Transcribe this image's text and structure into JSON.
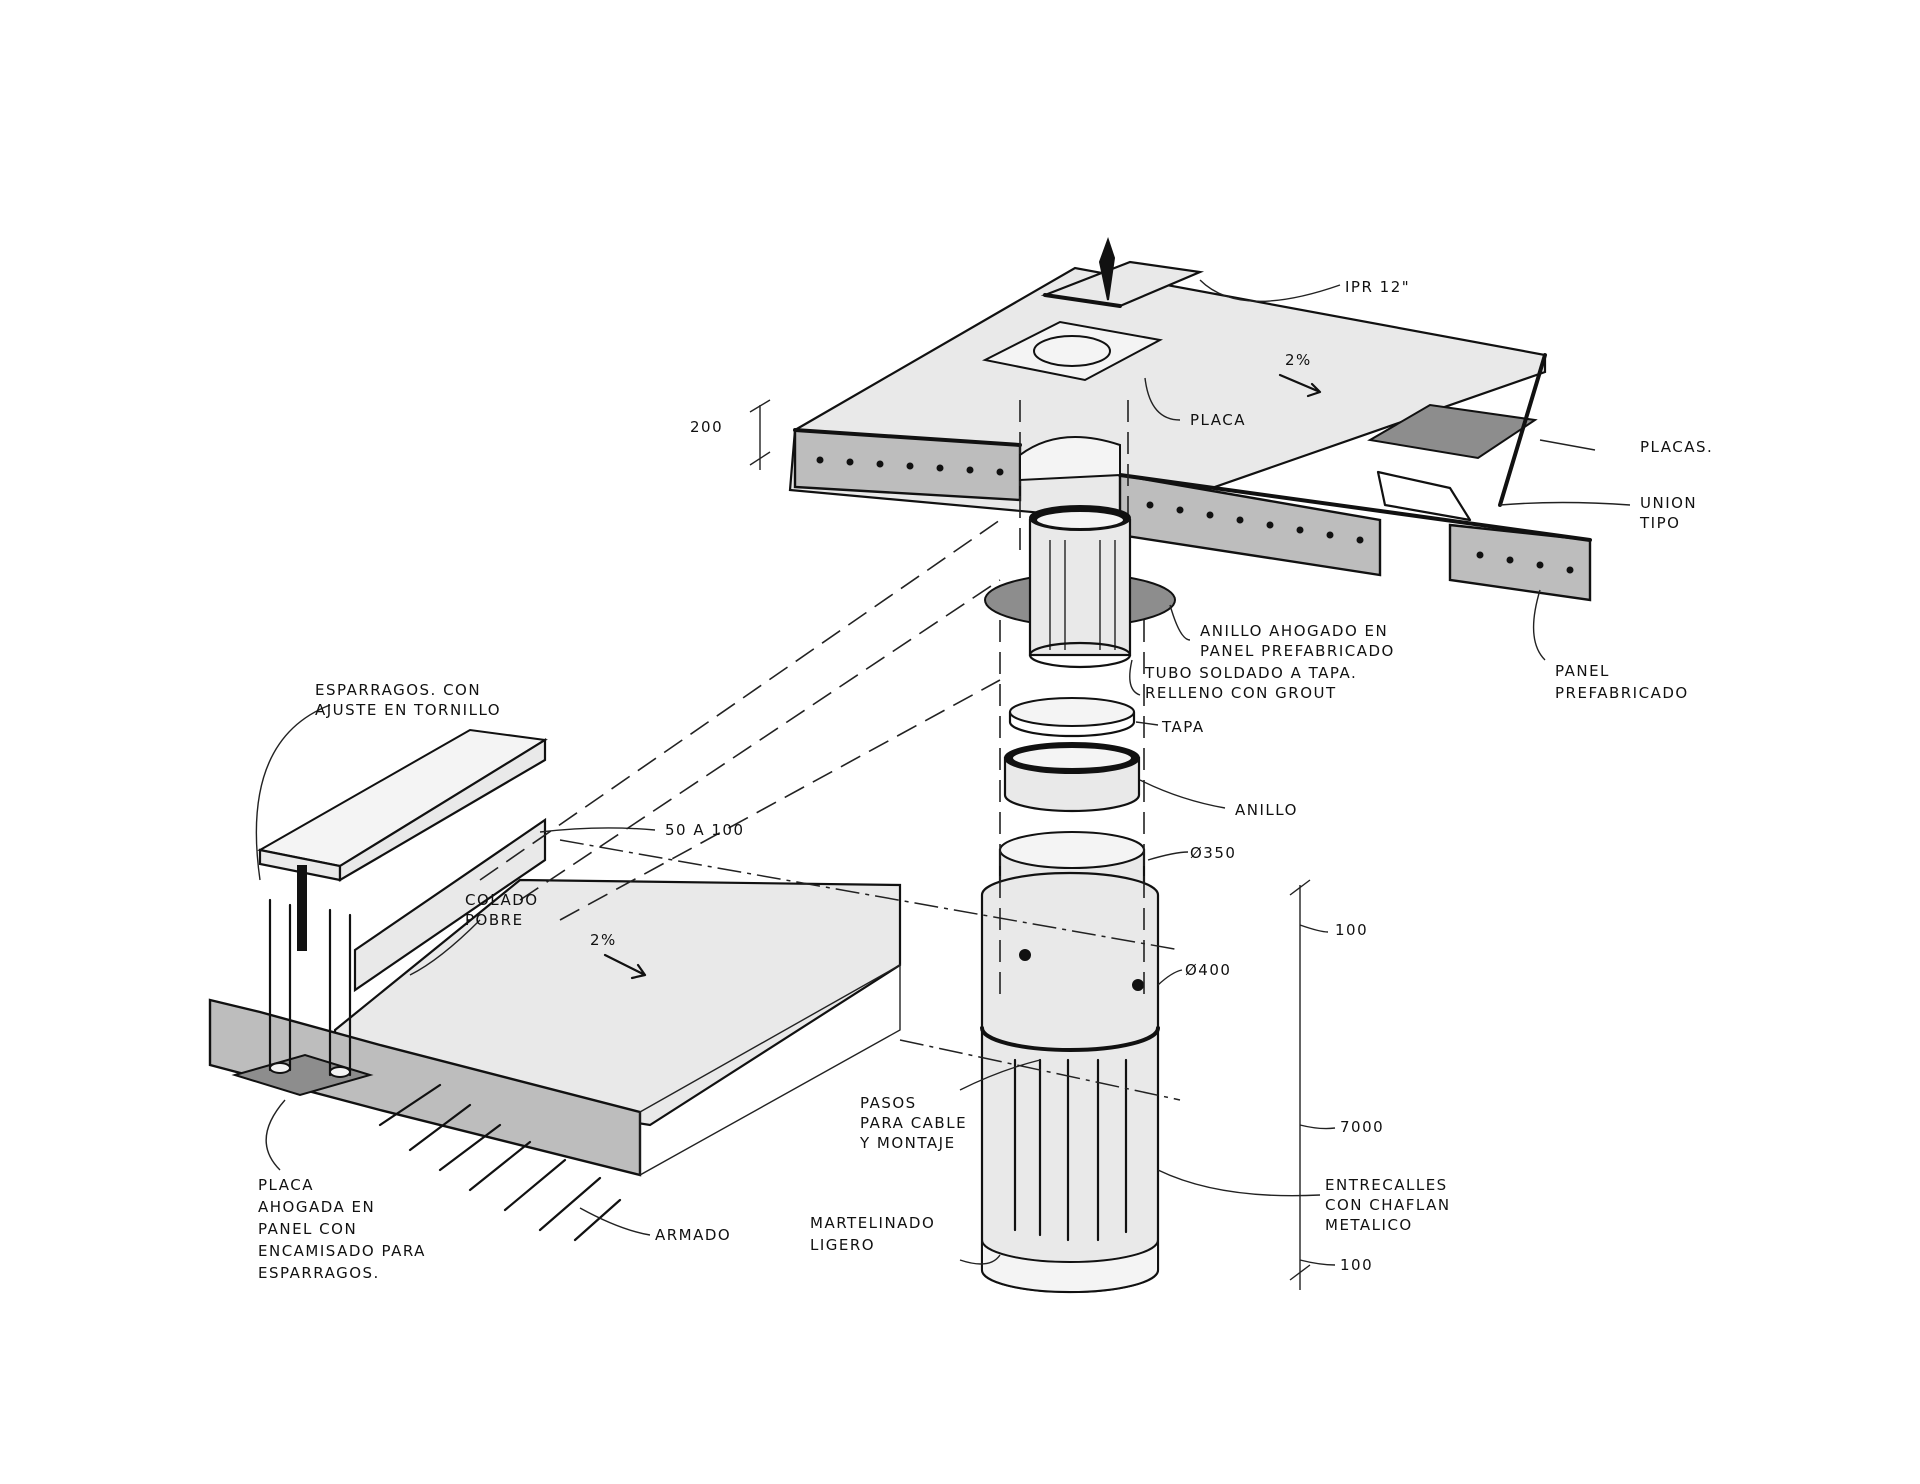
{
  "labels": {
    "ipr": "IPR 12\"",
    "slope_top": "2%",
    "placa": "PLACA",
    "placas": "PLACAS.",
    "dim_200": "200",
    "union_1": "UNION",
    "union_2": "TIPO",
    "anillo_ahogado_1": "ANILLO AHOGADO EN",
    "anillo_ahogado_2": "PANEL PREFABRICADO",
    "tubo_1": "TUBO SOLDADO A TAPA.",
    "tubo_2": "RELLENO CON GROUT",
    "panel_1": "PANEL",
    "panel_2": "PREFABRICADO",
    "tapa": "TAPA",
    "anillo": "ANILLO",
    "diam_350": "Ø350",
    "dim_100_top": "100",
    "diam_400": "Ø400",
    "dim_7000": "7000",
    "dim_100_bottom": "100",
    "esparragos_1": "ESPARRAGOS. CON",
    "esparragos_2": "AJUSTE EN TORNILLO",
    "dim_50a100": "50 A 100",
    "colado_1": "COLADO",
    "colado_2": "POBRE",
    "slope_bottom": "2%",
    "pasos_1": "PASOS",
    "pasos_2": "PARA CABLE",
    "pasos_3": "Y MONTAJE",
    "entrecalles_1": "ENTRECALLES",
    "entrecalles_2": "CON CHAFLAN",
    "entrecalles_3": "METALICO",
    "martelinado_1": "MARTELINADO",
    "martelinado_2": "LIGERO",
    "placa_ahogada_1": "PLACA",
    "placa_ahogada_2": "AHOGADA EN",
    "placa_ahogada_3": "PANEL CON",
    "placa_ahogada_4": "ENCAMISADO PARA",
    "placa_ahogada_5": "ESPARRAGOS.",
    "armado": "ARMADO"
  }
}
